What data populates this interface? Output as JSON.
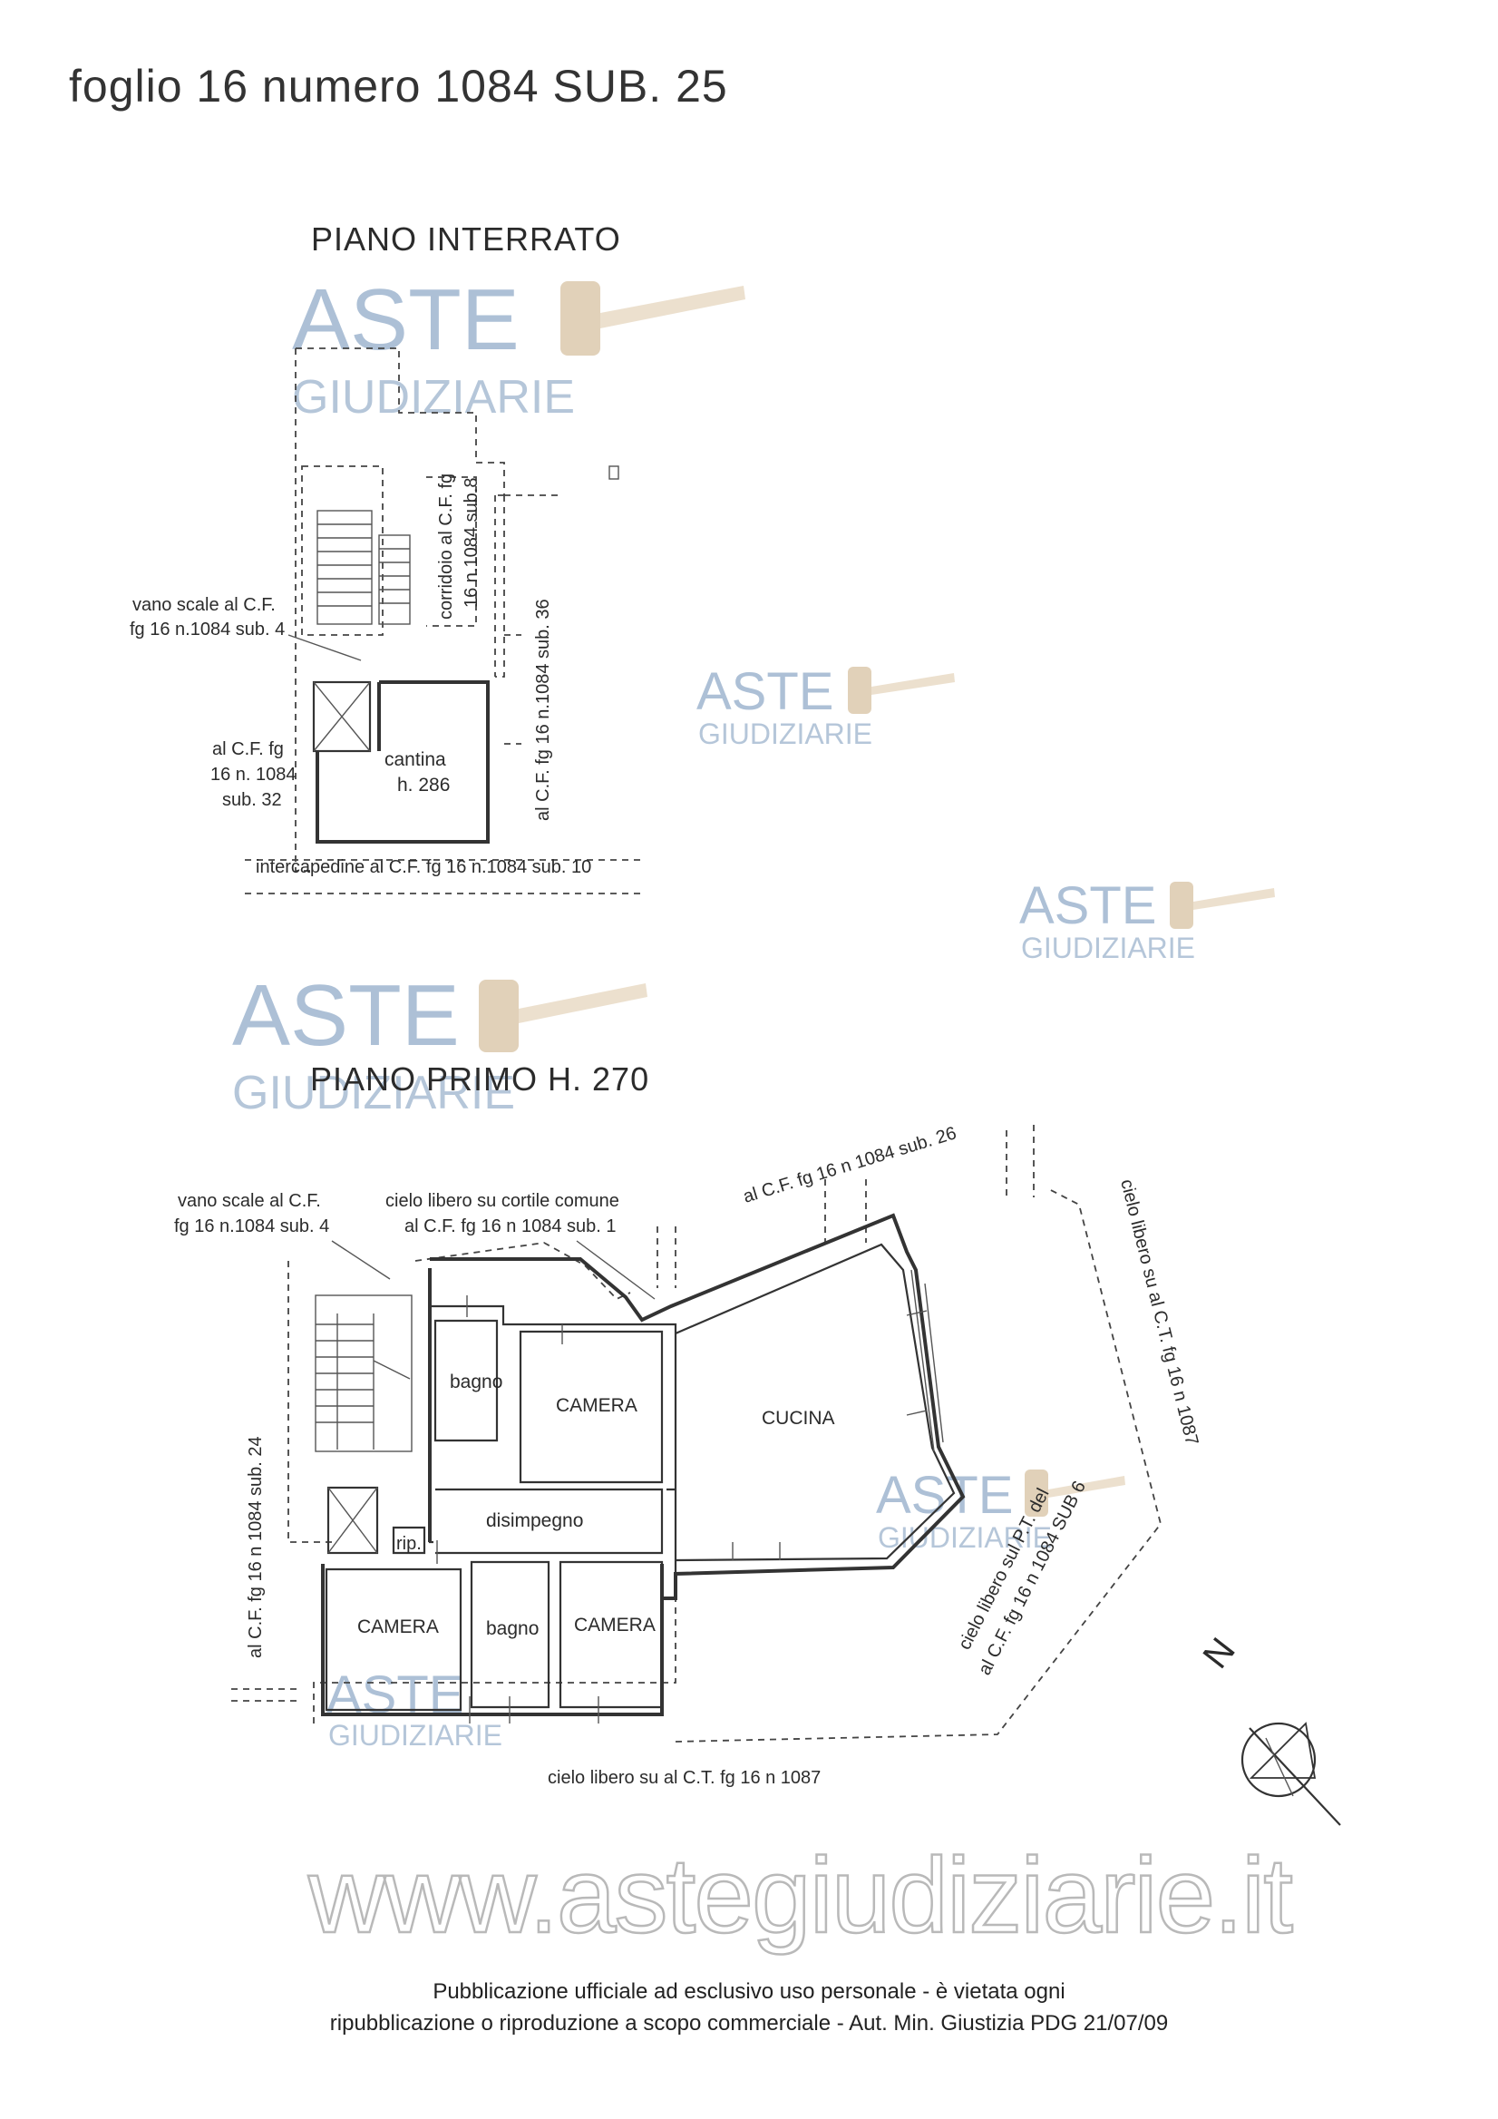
{
  "document": {
    "title": "foglio 16 numero 1084 SUB. 25",
    "basement": {
      "heading": "PIANO INTERRATO",
      "labels": {
        "stair_l1": "vano scale al C.F.",
        "stair_l2": "fg 16 n.1084 sub. 4",
        "corr_l1": "corridoio al C.F. fg",
        "corr_l2": "16 n.1084 sub.8",
        "right_l1": "al C.F. fg 16 n.1084 sub. 36",
        "left_l1": "al C.F. fg",
        "left_l2": "16 n. 1084",
        "left_l3": "sub. 32",
        "cellar_name": "cantina",
        "cellar_height": "h. 286",
        "bottom": "intercapedine al C.F. fg 16 n.1084 sub. 10"
      }
    },
    "first_floor": {
      "heading": "PIANO PRIMO H. 270",
      "labels": {
        "stair_l1": "vano scale al C.F.",
        "stair_l2": "fg 16 n.1084 sub. 4",
        "court_l1": "cielo libero su cortile comune",
        "court_l2": "al C.F. fg 16 n 1084 sub. 1",
        "top_right": "al C.F. fg 16 n 1084 sub. 26",
        "right_side": "cielo libero su al C.T. fg 16 n 1087",
        "pt_l1": "cielo libero sul P.T. del",
        "pt_l2": "al C.F. fg 16 n 1084 SUB 6",
        "left_side": "al C.F. fg 16 n 1084 sub. 24",
        "bottom": "cielo libero su al C.T. fg 16 n 1087"
      },
      "rooms": {
        "bathroom1": "bagno",
        "bedroom1": "CAMERA",
        "kitchen": "CUCINA",
        "hall": "disimpegno",
        "storage": "rip.",
        "bedroom2": "CAMERA",
        "bathroom2": "bagno",
        "bedroom3": "CAMERA"
      },
      "north_symbol": "N"
    },
    "watermarks": {
      "brand_top": "ASTE",
      "brand_bottom": "GIUDIZIARIE",
      "url": "www.astegiudiziarie.it"
    },
    "footer": {
      "line1": "Pubblicazione ufficiale ad esclusivo uso personale - è vietata ogni",
      "line2": "ripubblicazione o riproduzione a scopo commerciale - Aut. Min. Giustizia PDG 21/07/09"
    }
  }
}
